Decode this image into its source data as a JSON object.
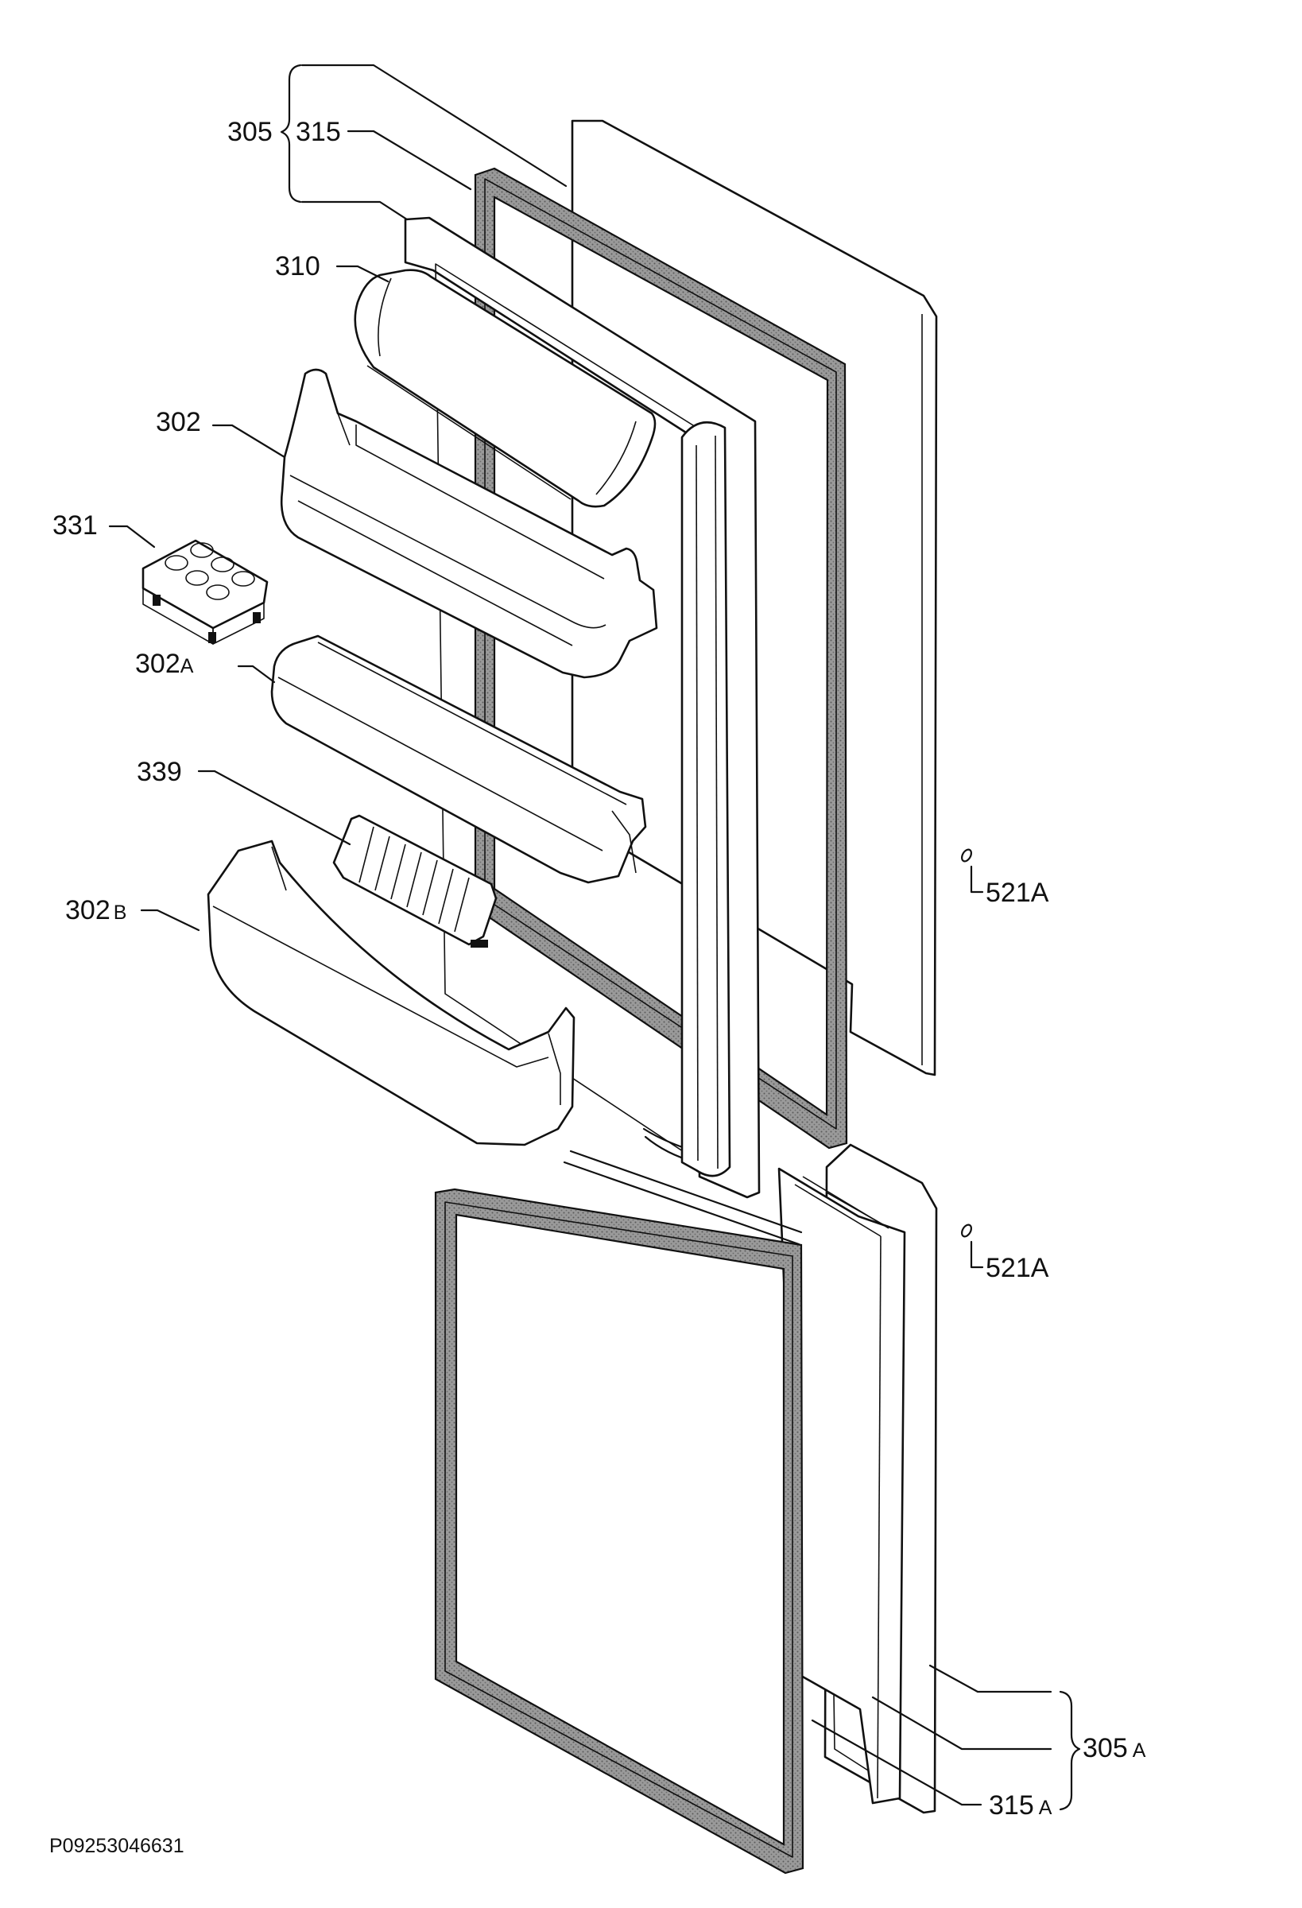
{
  "labels": {
    "l305": "305",
    "l315": "315",
    "l310": "310",
    "l302": "302",
    "l331": "331",
    "l302a_num": "302",
    "l302a_suf": "A",
    "l339": "339",
    "l302b_num": "302",
    "l302b_suf": "B",
    "l521a_top": "521A",
    "l521a_bot": "521A",
    "l305a_num": "305",
    "l305a_suf": "A",
    "l315a_num": "315",
    "l315a_suf": "A"
  },
  "drawing_code": "P09253046631",
  "colors": {
    "line": "#111111",
    "gasket": "#8a8a8a",
    "background": "#ffffff"
  }
}
